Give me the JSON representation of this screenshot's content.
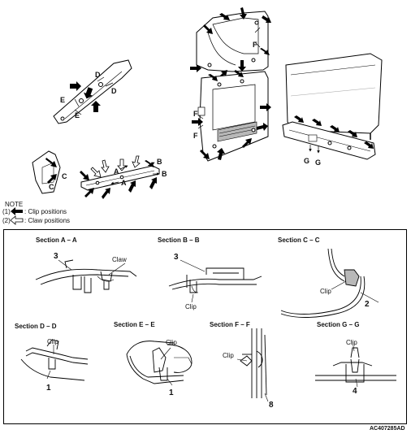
{
  "letters": {
    "a": "A",
    "b": "B",
    "c": "C",
    "d": "D",
    "e": "E",
    "f": "F",
    "g": "G"
  },
  "note": {
    "title": "NOTE",
    "line1_num": "(1)",
    "line1_text": ": Clip positions",
    "line2_num": "(2)",
    "line2_text": ": Claw positions"
  },
  "sections": {
    "aa": "Section A – A",
    "bb": "Section B – B",
    "cc": "Section C – C",
    "dd": "Section D – D",
    "ee": "Section E – E",
    "ff": "Section F – F",
    "gg": "Section G – G"
  },
  "callouts": {
    "claw": "Claw",
    "clip": "Clip"
  },
  "numbers": {
    "n1": "1",
    "n2": "2",
    "n3": "3",
    "n4": "4",
    "n8": "8"
  },
  "figure_code": "AC407285AD",
  "colors": {
    "line": "#000000",
    "fill_panel": "#ffffff",
    "shade": "#b8b8b8"
  }
}
